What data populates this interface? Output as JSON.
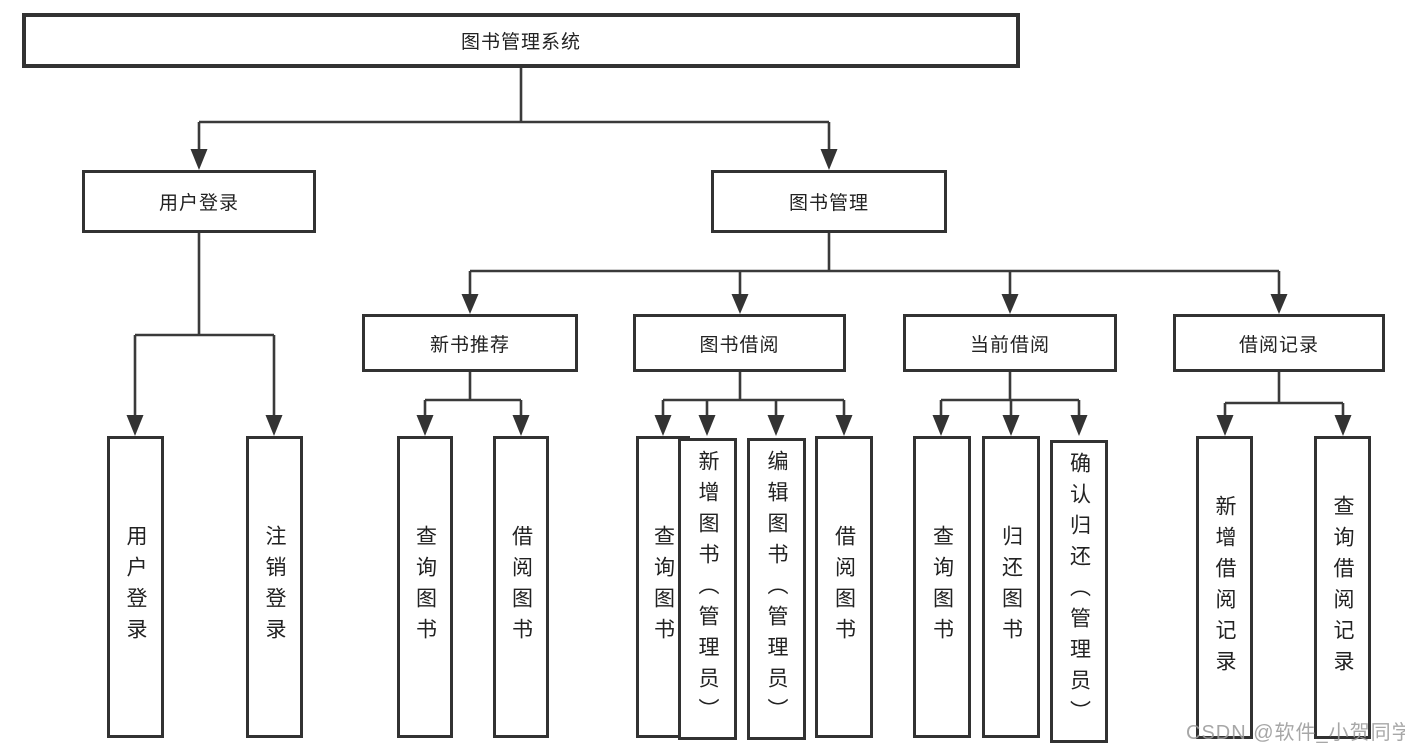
{
  "diagram": {
    "root": {
      "label": "图书管理系统"
    },
    "level2": {
      "user_login": {
        "label": "用户登录"
      },
      "book_management": {
        "label": "图书管理"
      }
    },
    "level3": {
      "new_book_recommend": {
        "label": "新书推荐"
      },
      "book_borrowing": {
        "label": "图书借阅"
      },
      "current_borrowing": {
        "label": "当前借阅"
      },
      "borrowing_records": {
        "label": "借阅记录"
      }
    },
    "leaves": {
      "user_login": {
        "label": "用户登录"
      },
      "logout": {
        "label": "注销登录"
      },
      "query_books_recommend": {
        "label": "查询图书"
      },
      "borrow_books_recommend": {
        "label": "借阅图书"
      },
      "query_books_borrowing": {
        "label": "查询图书"
      },
      "add_books_admin": {
        "label": "新增图书（管理员）"
      },
      "edit_books_admin": {
        "label": "编辑图书（管理员）"
      },
      "borrow_books_borrowing": {
        "label": "借阅图书"
      },
      "query_books_current": {
        "label": "查询图书"
      },
      "return_books": {
        "label": "归还图书"
      },
      "confirm_return_admin": {
        "label": "确认归还（管理员）"
      },
      "add_borrowing_record": {
        "label": "新增借阅记录"
      },
      "query_borrowing_record": {
        "label": "查询借阅记录"
      }
    }
  },
  "watermark": {
    "text": "CSDN @软件_小贺同学"
  },
  "colors": {
    "line": "#3a3a3a",
    "box_border": "#323232",
    "text": "#222222",
    "watermark": "#9b9b9b",
    "background": "#ffffff"
  }
}
